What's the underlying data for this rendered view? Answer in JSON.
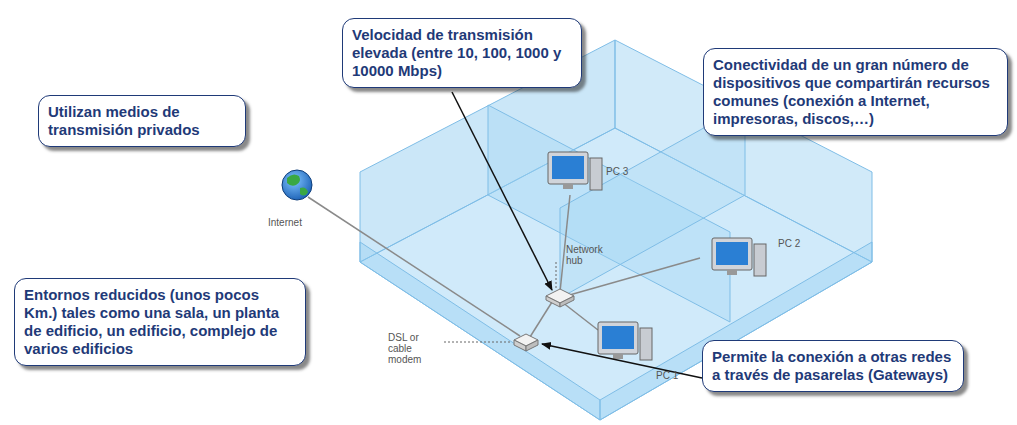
{
  "diagram": {
    "nodes": [
      {
        "text": [
          "Velocidad de transmisión elevada (entre 10, 100, 1000 y 10000 Mbps)"
        ]
      },
      {
        "text": [
          "Conectividad de un gran número de dispositivos que compartirán recursos comunes (conexión a Internet, impresoras, discos,…)"
        ]
      },
      {
        "text": [
          "Utilizan medios de transmisión privados"
        ]
      },
      {
        "text": [
          "Entornos reducidos (unos pocos Km.) tales como una sala, un planta de edificio, un edificio, complejo de varios edificios"
        ]
      },
      {
        "text": [
          "Permite la conexión a otras redes a través de pasarelas (Gateways)"
        ]
      }
    ],
    "labels": [
      "Internet",
      "PC 3",
      "PC 2",
      "Network hub",
      "DSL or cable modem",
      "PC 1"
    ]
  }
}
